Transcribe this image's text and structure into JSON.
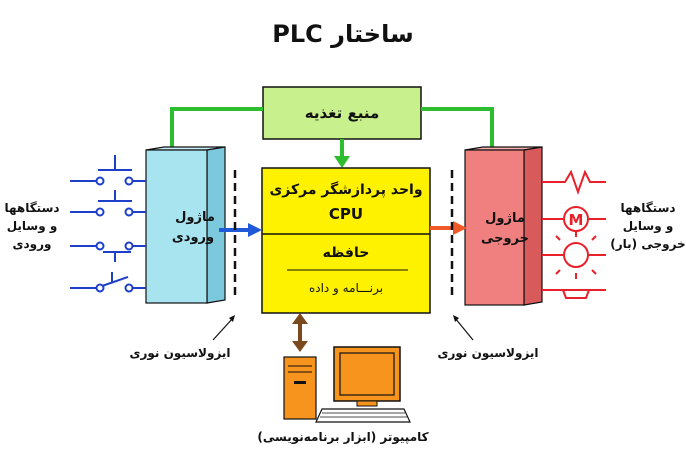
{
  "title": "ساختار PLC",
  "power_supply": "منبع تغذیه",
  "cpu": {
    "line1": "واحد پردازشگر مرکزی",
    "line2": "CPU",
    "memory": "حافظه",
    "program_data": "برنـــامه و داده"
  },
  "input_module": {
    "line1": "ماژول",
    "line2": "ورودی"
  },
  "output_module": {
    "line1": "ماژول",
    "line2": "خروجی"
  },
  "input_devices": {
    "line1": "دستگاهها",
    "line2": "و وسایل",
    "line3": "ورودی"
  },
  "output_devices": {
    "line1": "دستگاهها",
    "line2": "و وسایل",
    "line3": "خروجی (بار)"
  },
  "isolation_left": "ایزولاسیون نوری",
  "isolation_right": "ایزولاسیون نوری",
  "motor_label": "M",
  "computer": "کامپیوتر (ابزار برنامه‌نویسی)",
  "colors": {
    "power_fill": "#c8f08c",
    "cpu_fill": "#fff200",
    "input_fill": "#a8e4f0",
    "output_fill": "#f08080",
    "green_arrow": "#2ebd2e",
    "blue_arrow": "#1e5ad8",
    "orange_arrow": "#f05a28",
    "brown_arrow": "#7a4a1e",
    "red_symbols": "#e8202a",
    "switch_blue": "#1e3fc8",
    "computer_orange": "#f7941d"
  }
}
